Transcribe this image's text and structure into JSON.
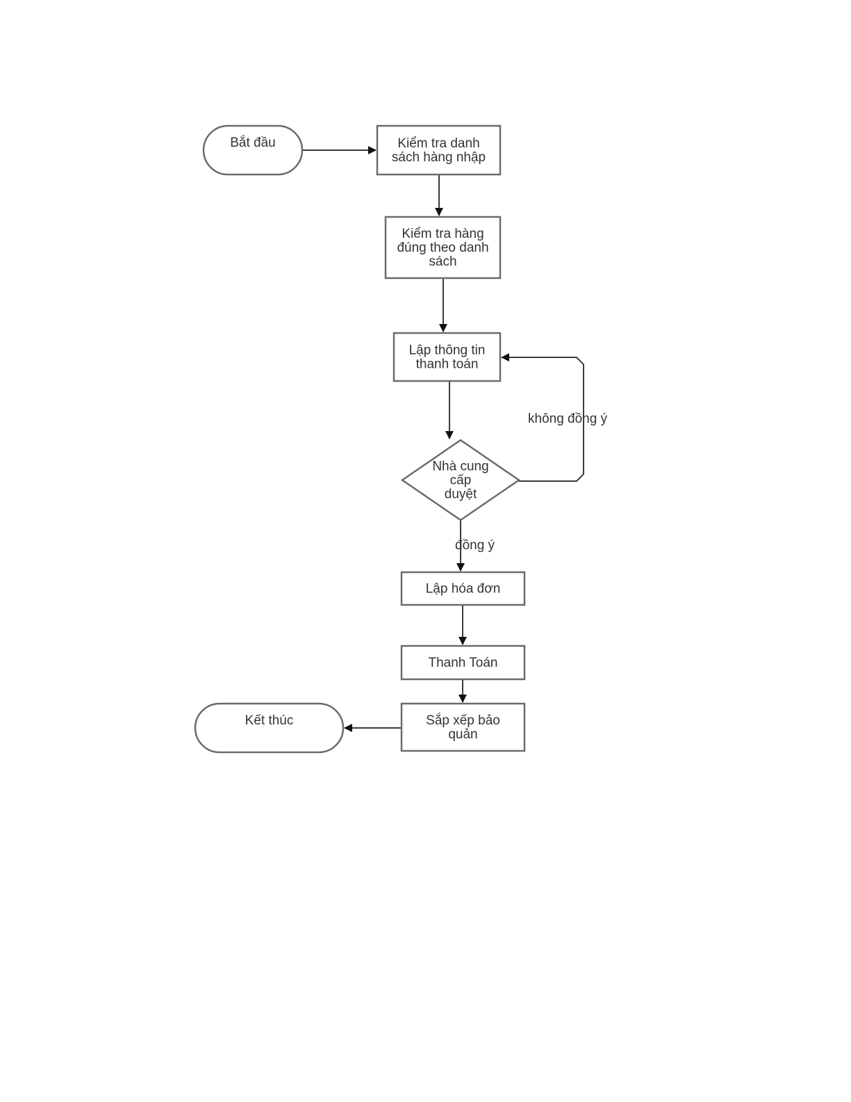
{
  "diagram": {
    "nodes": [
      {
        "id": "start",
        "kind": "terminal",
        "lines": [
          "Bắt đầu"
        ]
      },
      {
        "id": "check-list",
        "kind": "process",
        "lines": [
          "Kiểm tra danh",
          "sách hàng nhập"
        ]
      },
      {
        "id": "check-goods",
        "kind": "process",
        "lines": [
          "Kiểm tra hàng",
          "đúng theo danh",
          "sách"
        ]
      },
      {
        "id": "payment-info",
        "kind": "process",
        "lines": [
          "Lập thông tin",
          "thanh toán"
        ]
      },
      {
        "id": "supplier-approval",
        "kind": "decision",
        "lines": [
          "Nhà cung",
          "cấp",
          "duyệt"
        ]
      },
      {
        "id": "invoice",
        "kind": "process",
        "lines": [
          "Lập hóa đơn"
        ]
      },
      {
        "id": "pay",
        "kind": "process",
        "lines": [
          "Thanh Toán"
        ]
      },
      {
        "id": "arrange",
        "kind": "process",
        "lines": [
          "Sắp xếp bảo",
          "quản"
        ]
      },
      {
        "id": "end",
        "kind": "terminal",
        "lines": [
          "Kết thúc"
        ]
      }
    ],
    "edges": [
      {
        "id": "start-to-check-list",
        "from": "start",
        "to": "check-list",
        "label": ""
      },
      {
        "id": "check-list-to-check-goods",
        "from": "check-list",
        "to": "check-goods",
        "label": ""
      },
      {
        "id": "check-goods-to-payment-info",
        "from": "check-goods",
        "to": "payment-info",
        "label": ""
      },
      {
        "id": "payment-info-to-approval",
        "from": "payment-info",
        "to": "supplier-approval",
        "label": ""
      },
      {
        "id": "approval-to-payment-info",
        "from": "supplier-approval",
        "to": "payment-info",
        "label": "không đồng ý"
      },
      {
        "id": "approval-to-invoice",
        "from": "supplier-approval",
        "to": "invoice",
        "label": "đồng ý"
      },
      {
        "id": "invoice-to-pay",
        "from": "invoice",
        "to": "pay",
        "label": ""
      },
      {
        "id": "pay-to-arrange",
        "from": "pay",
        "to": "arrange",
        "label": ""
      },
      {
        "id": "arrange-to-end",
        "from": "arrange",
        "to": "end",
        "label": ""
      }
    ]
  }
}
